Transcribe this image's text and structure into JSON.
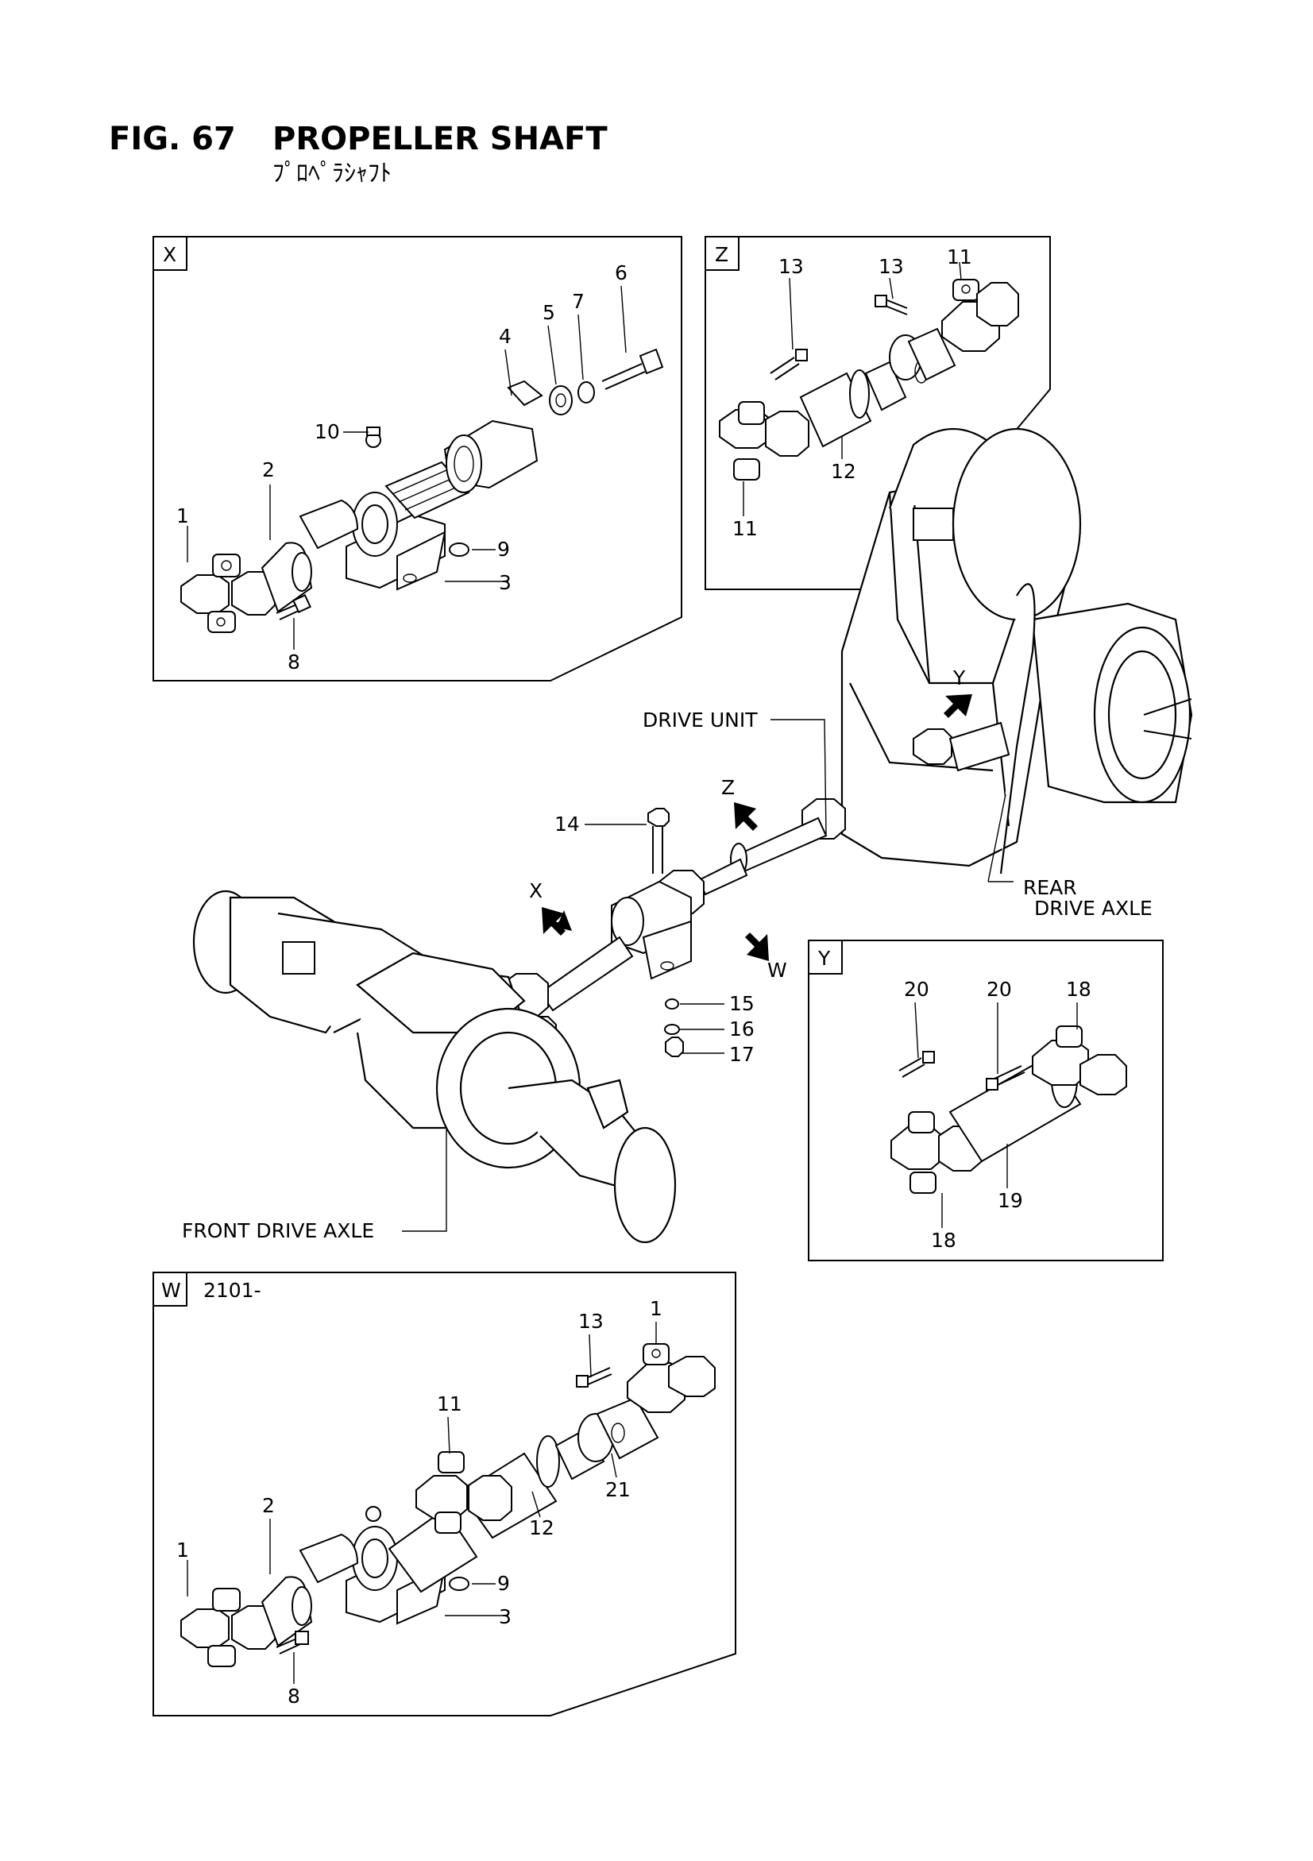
{
  "figure": {
    "number": "FIG. 67",
    "title": "PROPELLER SHAFT",
    "title_jp": "ﾌﾟﾛﾍﾟﾗｼｬﾌﾄ"
  },
  "views": {
    "x": {
      "tag": "X",
      "callouts": [
        "1",
        "2",
        "3",
        "4",
        "5",
        "6",
        "7",
        "8",
        "9",
        "10"
      ]
    },
    "z": {
      "tag": "Z",
      "callouts": [
        "13",
        "13",
        "11",
        "12",
        "11"
      ]
    },
    "y": {
      "tag": "Y",
      "callouts": [
        "20",
        "20",
        "18",
        "19",
        "18"
      ]
    },
    "w": {
      "tag": "W",
      "serial": "2101-",
      "callouts": [
        "13",
        "1",
        "11",
        "2",
        "1",
        "12",
        "21",
        "9",
        "3",
        "8"
      ]
    },
    "main": {
      "labels": {
        "drive_unit": "DRIVE UNIT",
        "rear_axle_1": "REAR",
        "rear_axle_2": "DRIVE AXLE",
        "front_axle": "FRONT DRIVE AXLE"
      },
      "view_arrows": [
        "X",
        "Z",
        "Y",
        "W"
      ],
      "callouts": [
        "14",
        "15",
        "16",
        "17"
      ]
    }
  }
}
